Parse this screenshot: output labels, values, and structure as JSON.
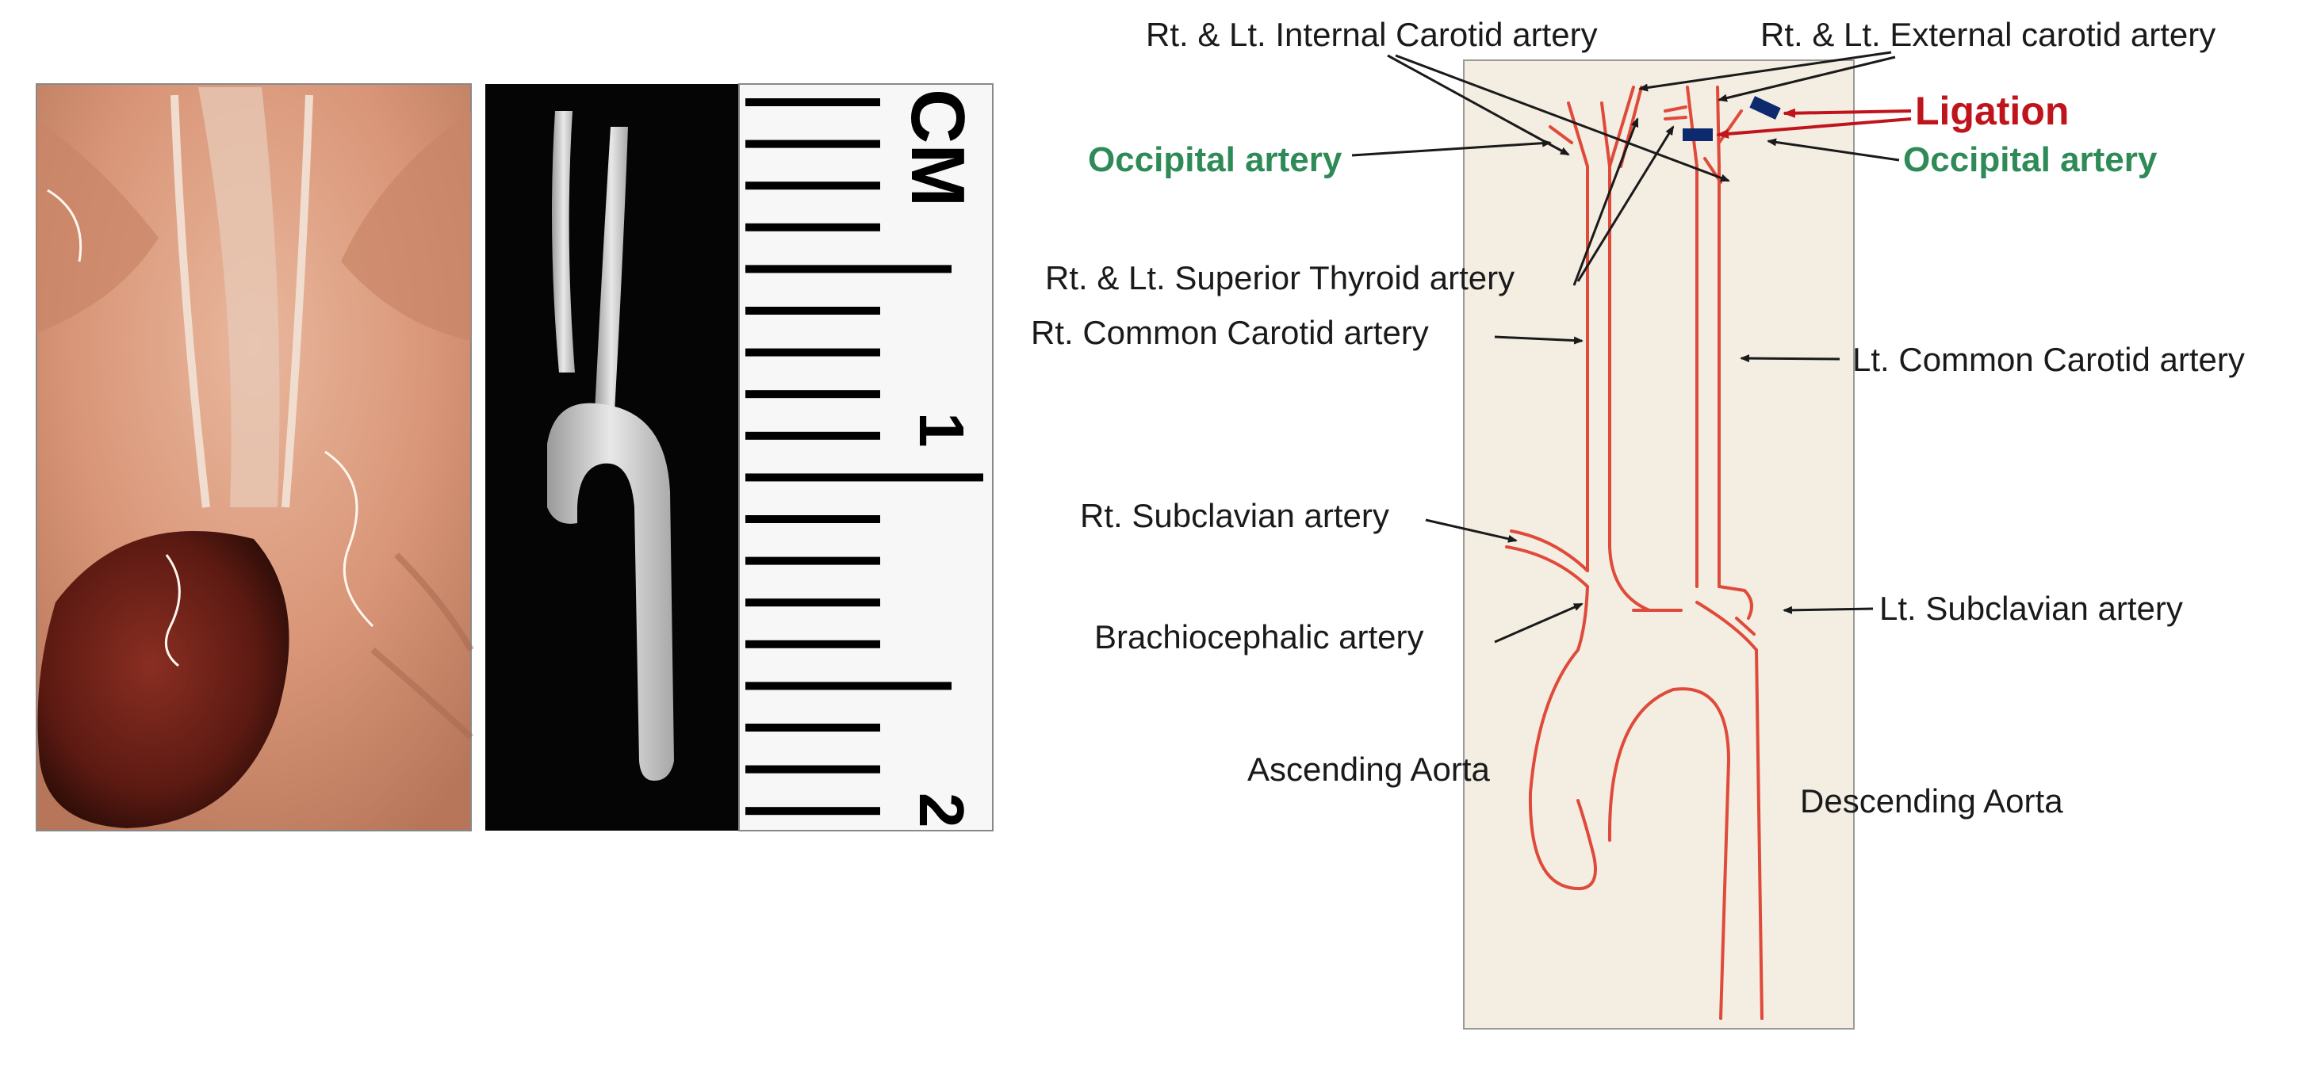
{
  "ruler": {
    "unit_label": "CM",
    "mark_1": "1",
    "mark_2": "2"
  },
  "labels": {
    "internal_carotid": "Rt. & Lt. Internal Carotid artery",
    "external_carotid": "Rt. & Lt. External carotid artery",
    "ligation": "Ligation",
    "occipital_left": "Occipital artery",
    "occipital_right": "Occipital artery",
    "superior_thyroid": "Rt. & Lt. Superior Thyroid artery",
    "rt_common_carotid": "Rt. Common Carotid artery",
    "lt_common_carotid": "Lt. Common Carotid artery",
    "rt_subclavian": "Rt. Subclavian artery",
    "lt_subclavian": "Lt. Subclavian artery",
    "brachiocephalic": "Brachiocephalic artery",
    "ascending_aorta": "Ascending Aorta",
    "descending_aorta": "Descending Aorta"
  },
  "colors": {
    "label_text": "#1a1a1a",
    "occipital_green": "#2e8b57",
    "ligation_red": "#c0141c",
    "ligation_clip": "#0d2a6e",
    "vessel_red": "#e04a3a",
    "paper": "#f3ede2"
  }
}
